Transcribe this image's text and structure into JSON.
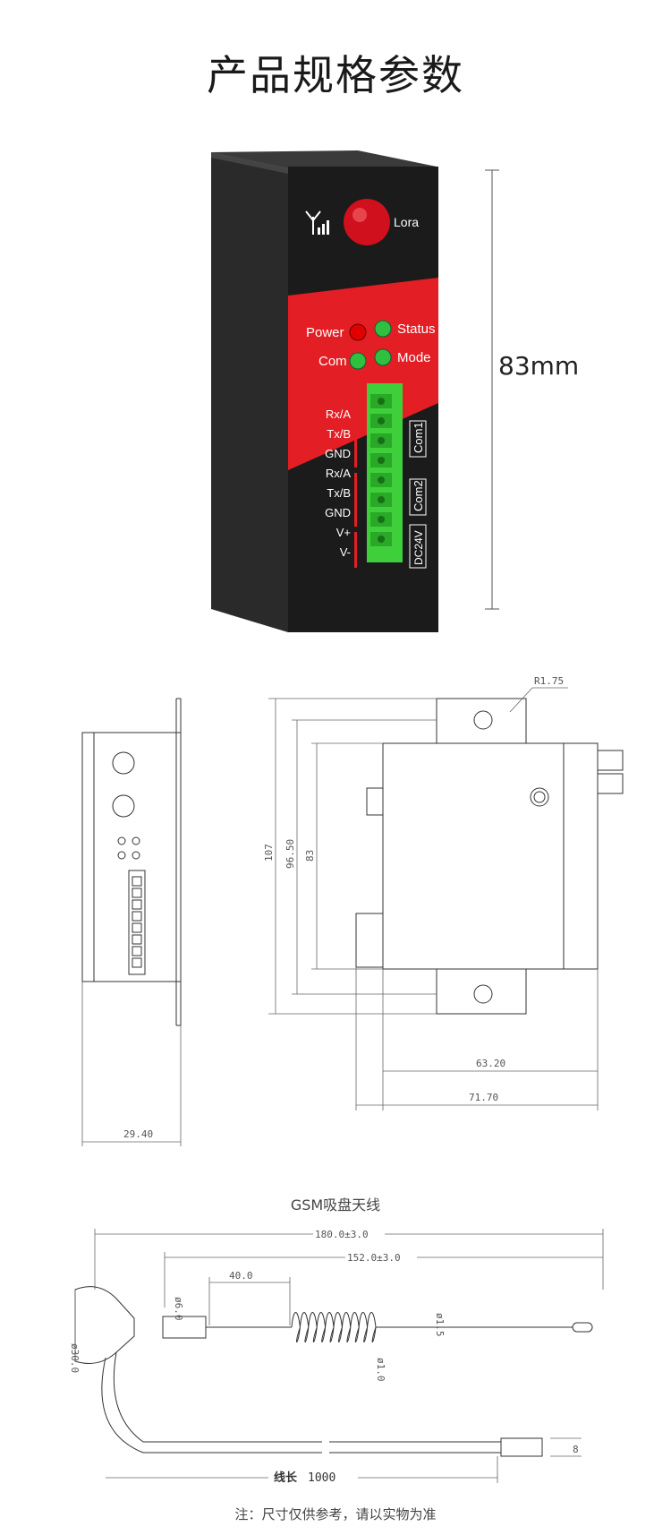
{
  "page": {
    "title": "产品规格参数"
  },
  "product": {
    "brand": "Lora",
    "height_label": "83mm",
    "leds": {
      "power": "Power",
      "status": "Status",
      "com": "Com",
      "mode": "Mode"
    },
    "pins": [
      "Rx/A",
      "Tx/B",
      "GND",
      "Rx/A",
      "Tx/B",
      "GND",
      "V+",
      "V-"
    ],
    "groups": [
      "Com1",
      "Com2",
      "DC24V"
    ],
    "colors": {
      "case": "#1b1b1b",
      "accent": "#e31e24",
      "terminal": "#3fcf3a",
      "antenna": "#d0101c"
    }
  },
  "drawing": {
    "radius": "R1.75",
    "d107": "107",
    "d96_50": "96.50",
    "d83": "83",
    "d63_20": "63.20",
    "d71_70": "71.70",
    "d29_40": "29.40"
  },
  "antenna": {
    "title": "GSM吸盘天线",
    "total": "180.0±3.0",
    "cable": "152.0±3.0",
    "spring": "40.0",
    "d_base": "ø30.0",
    "d_top": "ø6.0",
    "d_wire": "ø1.5",
    "d_coil": "ø1.0",
    "plug": "8",
    "length_label": "线长",
    "length_value": "1000"
  },
  "footer": {
    "note": "注：尺寸仅供参考，请以实物为准"
  }
}
